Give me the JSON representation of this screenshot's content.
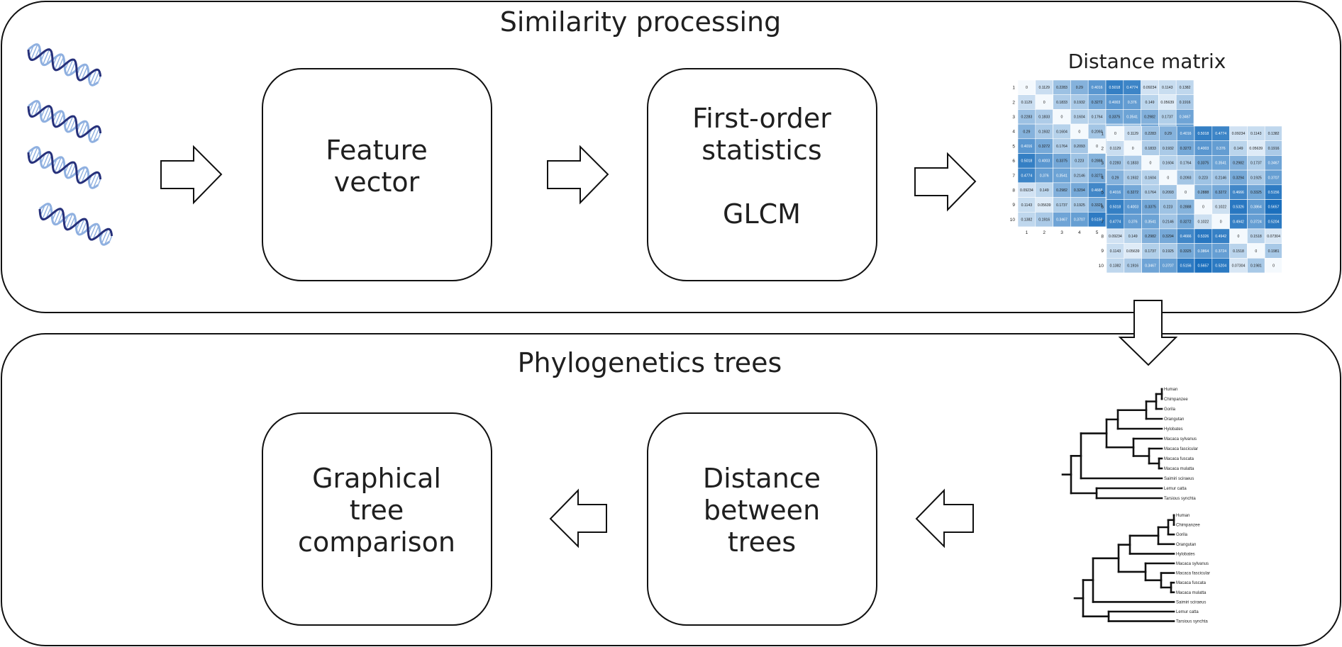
{
  "panels": {
    "top_title": "Similarity processing",
    "bottom_title": "Phylogenetics trees"
  },
  "boxes": {
    "feature_vector": [
      "Feature",
      "vector"
    ],
    "statistics": [
      "First-order",
      "statistics",
      "",
      "GLCM"
    ],
    "distance_between_trees": [
      "Distance",
      "between",
      "trees"
    ],
    "graphical_comparison": [
      "Graphical",
      "tree",
      "comparison"
    ]
  },
  "matrix": {
    "title": "Distance matrix",
    "labels": [
      "1",
      "2",
      "3",
      "4",
      "5",
      "6",
      "7",
      "8",
      "9",
      "10"
    ],
    "colors": {
      "low": "#f4f9fd",
      "high": "#1b6fbd"
    },
    "values": [
      [
        0,
        0.1129,
        0.2283,
        0.29,
        0.4016,
        0.5018,
        0.4774,
        0.09234,
        0.1143,
        0.1382
      ],
      [
        0.1129,
        0,
        0.1833,
        0.1932,
        0.3272,
        0.4003,
        0.376,
        0.149,
        0.05639,
        0.1916
      ],
      [
        0.2283,
        0.1833,
        0,
        0.1604,
        0.1764,
        0.3375,
        0.3541,
        0.2982,
        0.1737,
        0.3467
      ],
      [
        0.29,
        0.1932,
        0.1604,
        0,
        0.2093,
        0.223,
        0.2146,
        0.3294,
        0.1925,
        0.3707
      ],
      [
        0.4016,
        0.3272,
        0.1764,
        0.2093,
        0,
        0.2888,
        0.3272,
        0.4666,
        0.3325,
        0.5156
      ],
      [
        0.5018,
        0.4003,
        0.3375,
        0.223,
        0.2888,
        0,
        0.1022,
        0.5326,
        0.3864,
        0.5657
      ],
      [
        0.4774,
        0.376,
        0.3541,
        0.2146,
        0.3272,
        0.1022,
        0,
        0.4942,
        0.3724,
        0.5204
      ],
      [
        0.09234,
        0.149,
        0.2982,
        0.3294,
        0.4666,
        0.5326,
        0.4942,
        0,
        0.1518,
        0.07304
      ],
      [
        0.1143,
        0.05639,
        0.1737,
        0.1925,
        0.3325,
        0.3864,
        0.3724,
        0.1518,
        0,
        0.1981
      ],
      [
        0.1382,
        0.1916,
        0.3467,
        0.3707,
        0.5156,
        0.5657,
        0.5204,
        0.07304,
        0.1981,
        0
      ]
    ]
  },
  "tree": {
    "leaves": [
      "Human",
      "Chimpanzee",
      "Gorila",
      "Orangutan",
      "Hylobates",
      "Macaca sylvanus",
      "Macaca fascicular",
      "Macaca fuscata",
      "Macaca mulatta",
      "Saimiri sciraeus",
      "Lemur catta",
      "Tarsious synchta"
    ]
  },
  "colors": {
    "stroke": "#111111",
    "dna_dark": "#26307a",
    "dna_light": "#8fb0e0"
  }
}
